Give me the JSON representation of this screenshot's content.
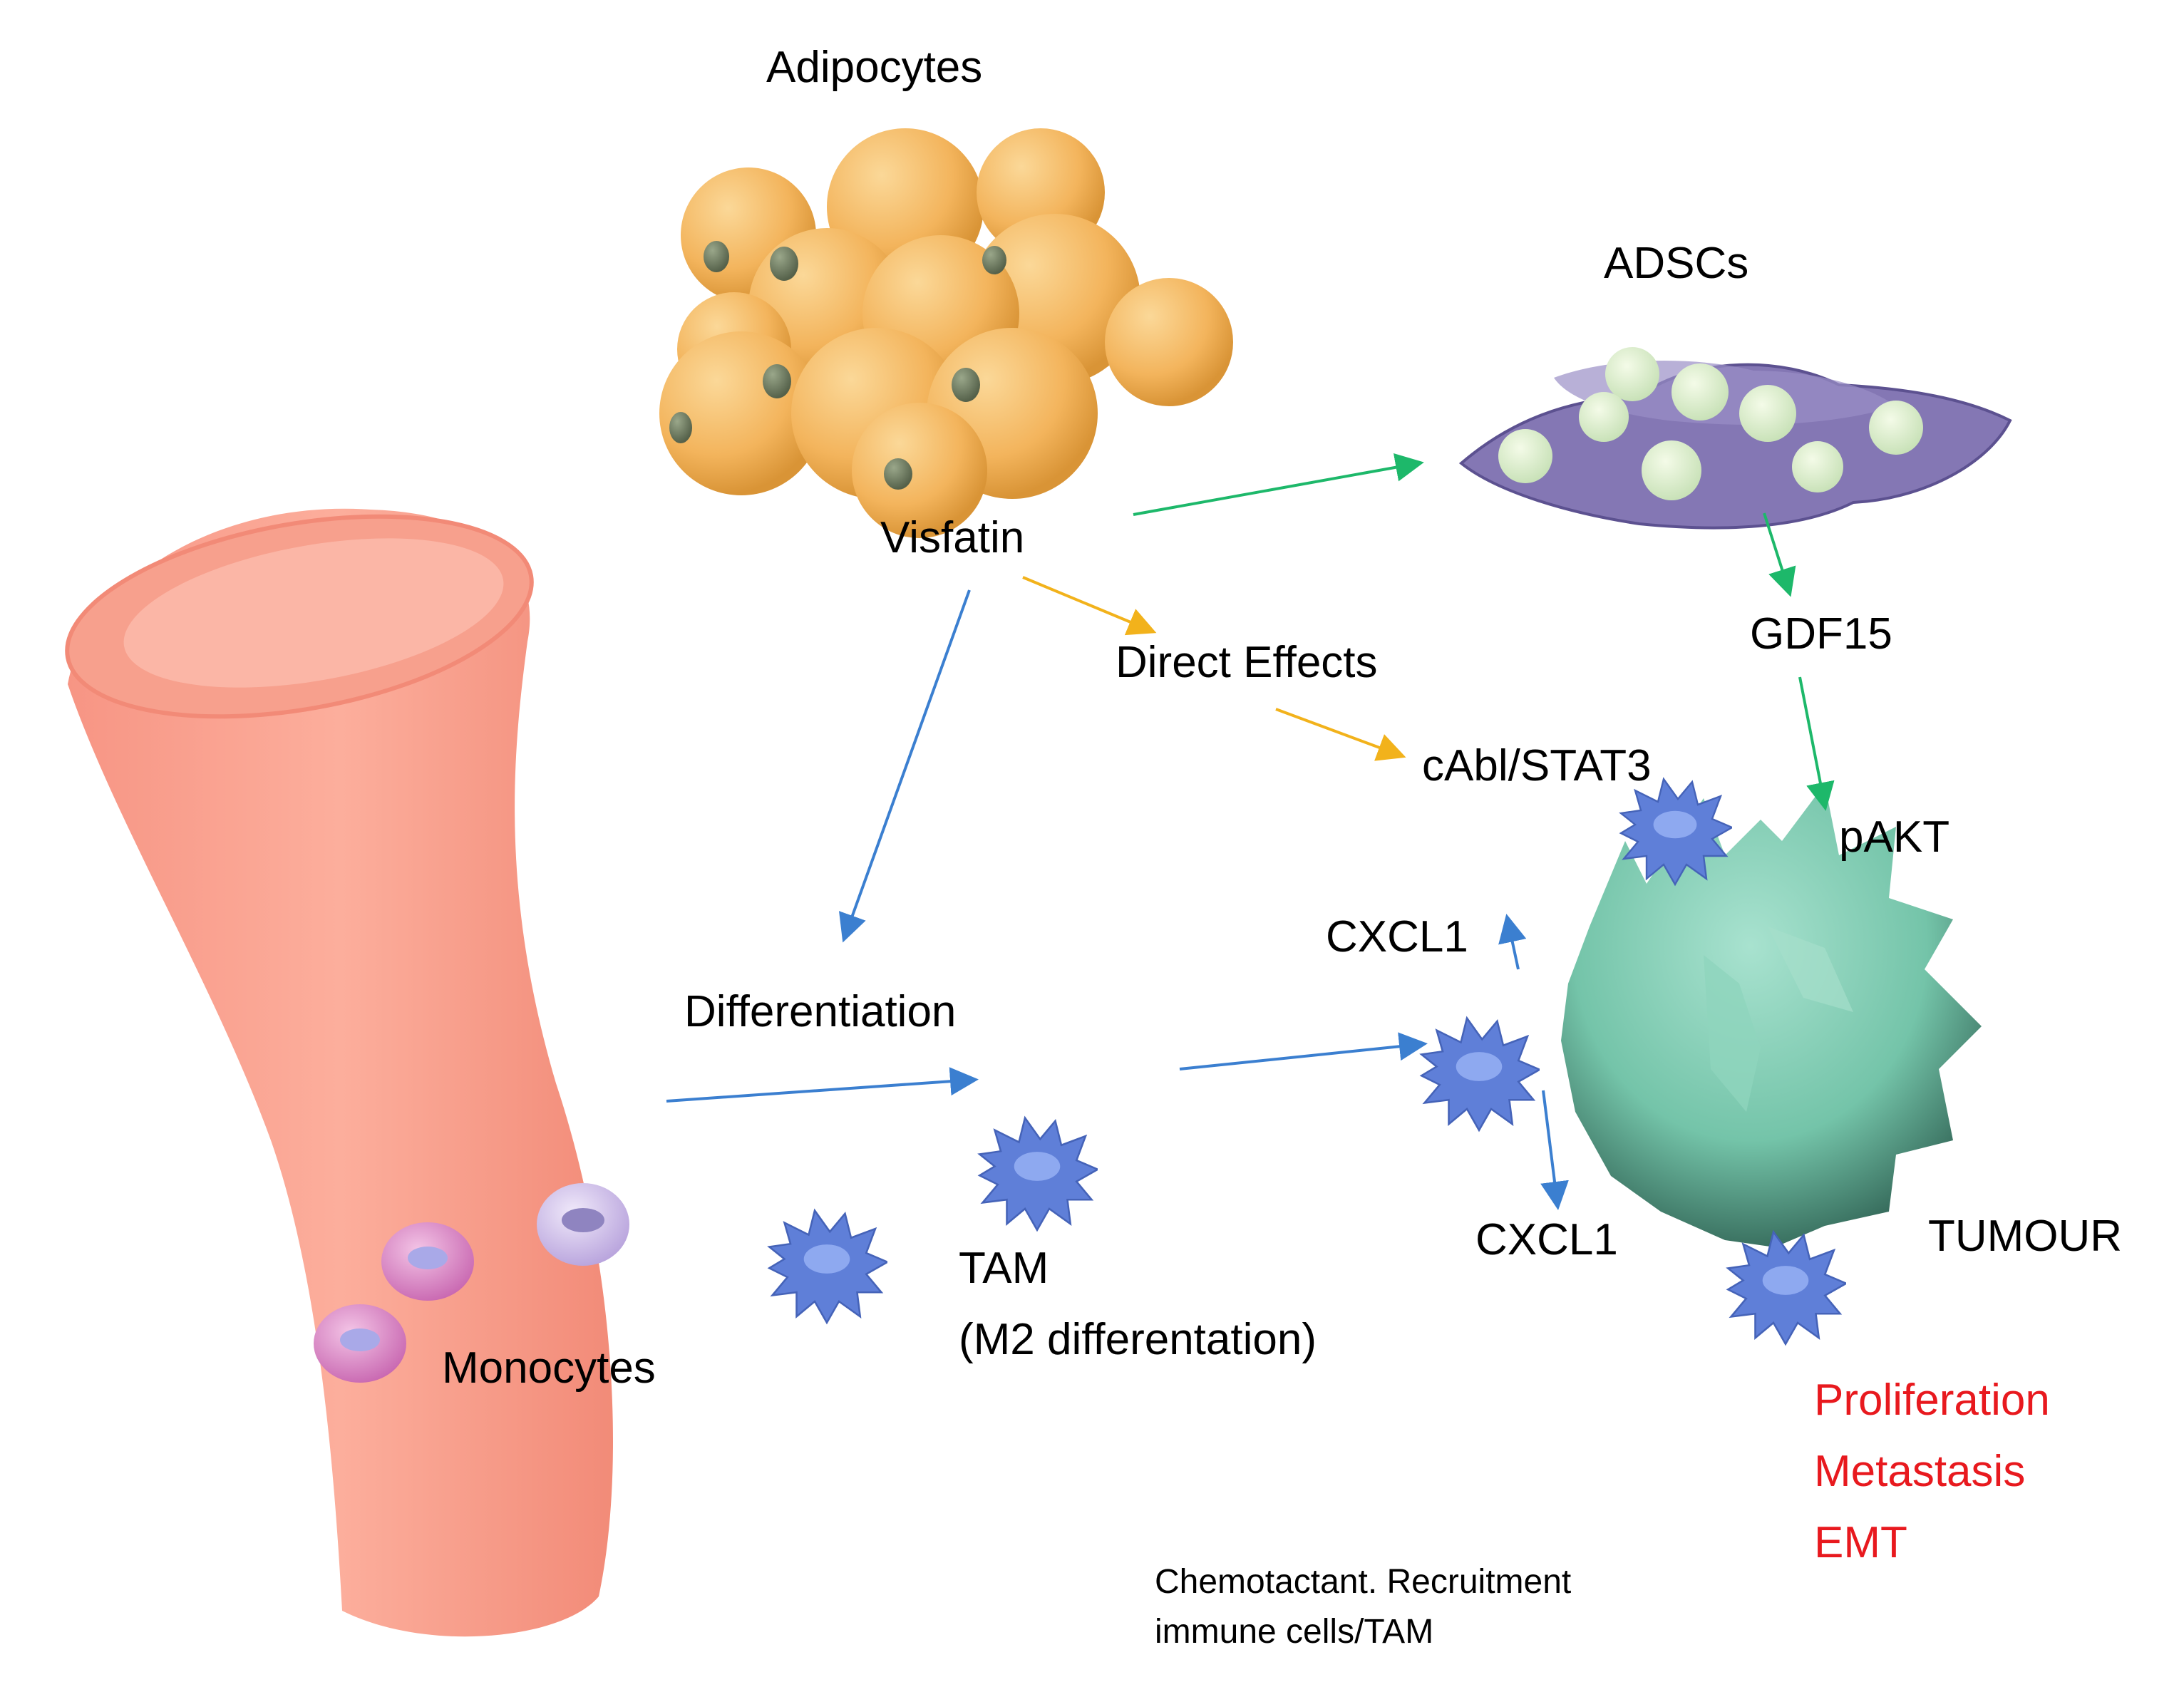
{
  "labels": {
    "adipocytes": "Adipocytes",
    "adscs": "ADSCs",
    "visfatin": "Visfatin",
    "gdf15": "GDF15",
    "direct_effects": "Direct Effects",
    "cabl_stat3": "cAbl/STAT3",
    "pakt": "pAKT",
    "cxcl1_top": "CXCL1",
    "differentiation": "Differentiation",
    "cxcl1_bottom": "CXCL1",
    "tumour": "TUMOUR",
    "tam_line1": "TAM",
    "tam_line2": "(M2 differentation)",
    "monocytes": "Monocytes",
    "footnote_line1": "Chemotactant. Recruitment",
    "footnote_line2": "immune cells/TAM"
  },
  "outcomes": [
    "Proliferation",
    "Metastasis",
    "EMT"
  ],
  "colors": {
    "blue_arrow": "#3b7fd0",
    "green_arrow": "#1db86a",
    "yellow_arrow": "#f2b21b",
    "outcome_text": "#e8191e",
    "vessel": "#f9a08e",
    "adipocyte": "#f3b45c",
    "adsc": "#8477b4",
    "tumour": "#78c7ad",
    "tam": "#5e7fd6",
    "monocyte_pink": "#d783c4",
    "monocyte_lilac": "#c9b7e6"
  }
}
